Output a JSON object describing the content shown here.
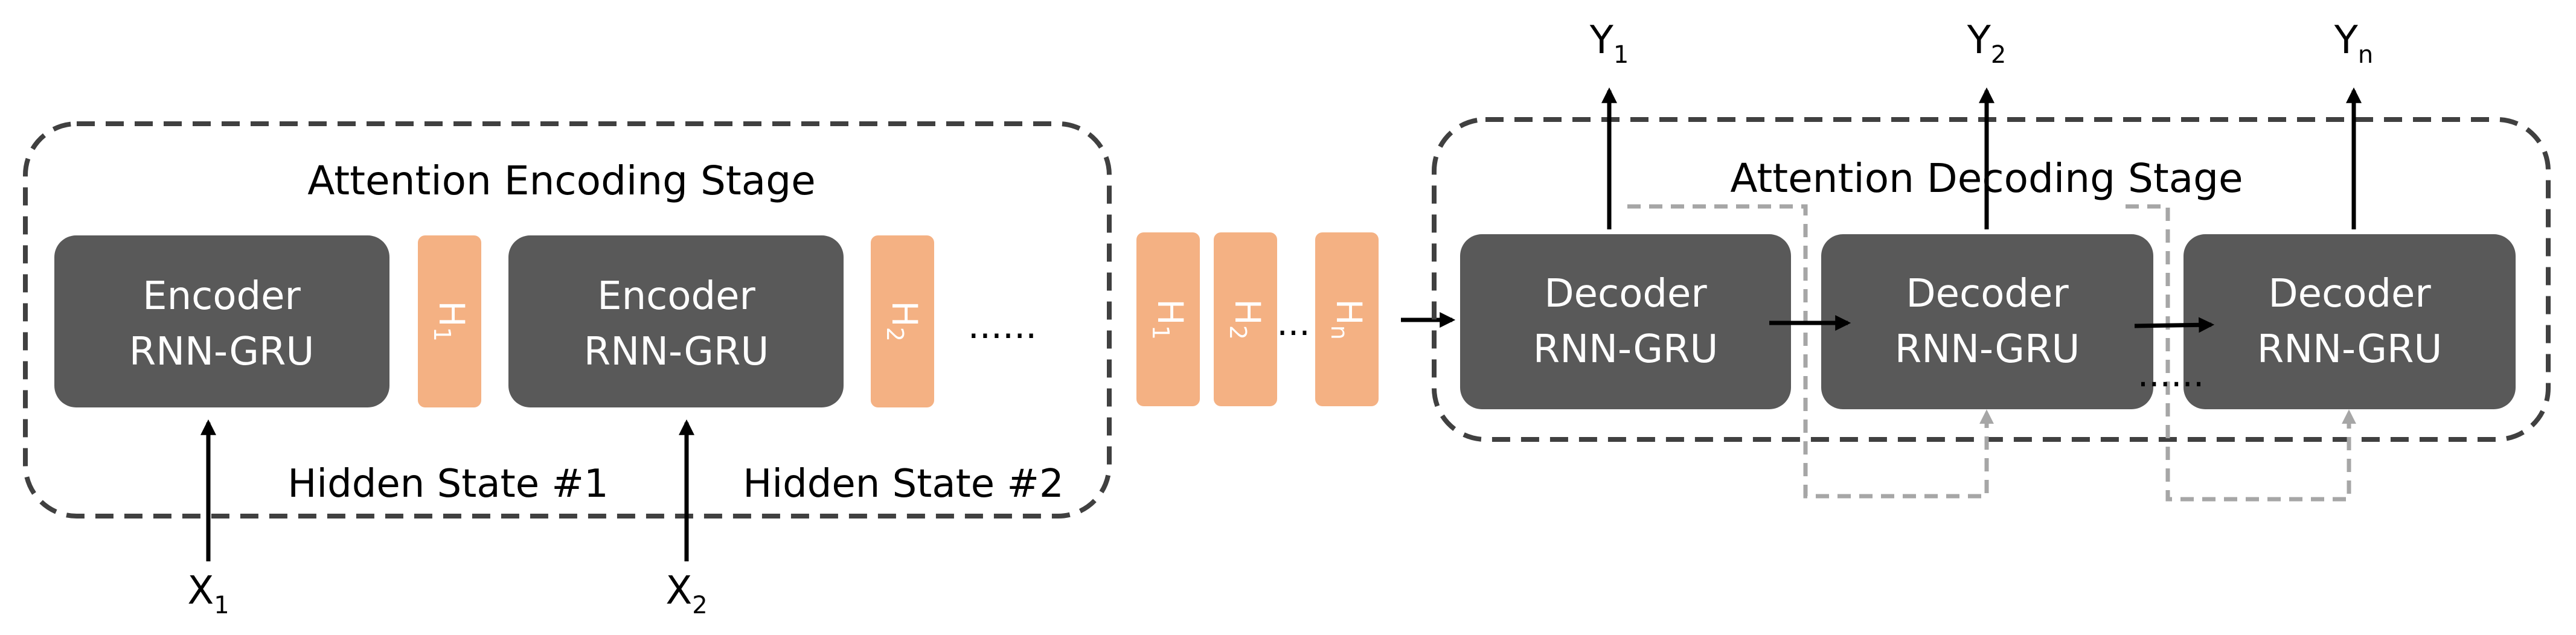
{
  "encoding_stage": {
    "title": "Attention Encoding Stage",
    "encoders": [
      {
        "line1": "Encoder",
        "line2": "RNN-GRU"
      },
      {
        "line1": "Encoder",
        "line2": "RNN-GRU"
      }
    ],
    "hidden_tokens": [
      {
        "main": "H",
        "sub": "1"
      },
      {
        "main": "H",
        "sub": "2"
      }
    ],
    "ellipsis": "......",
    "hidden_state_labels": [
      "Hidden State #1",
      "Hidden State #2"
    ],
    "inputs": [
      {
        "main": "X",
        "sub": "1"
      },
      {
        "main": "X",
        "sub": "2"
      }
    ]
  },
  "context": {
    "tokens": [
      {
        "main": "H",
        "sub": "1"
      },
      {
        "main": "H",
        "sub": "2"
      },
      {
        "main": "H",
        "sub": "n"
      }
    ],
    "ellipsis": "..."
  },
  "decoding_stage": {
    "title": "Attention Decoding Stage",
    "decoders": [
      {
        "line1": "Decoder",
        "line2": "RNN-GRU"
      },
      {
        "line1": "Decoder",
        "line2": "RNN-GRU"
      },
      {
        "line1": "Decoder",
        "line2": "RNN-GRU"
      }
    ],
    "ellipsis": "......",
    "outputs": [
      {
        "main": "Y",
        "sub": "1"
      },
      {
        "main": "Y",
        "sub": "2"
      },
      {
        "main": "Y",
        "sub": "n"
      }
    ]
  },
  "colors": {
    "block": "#595959",
    "block_text": "#ffffff",
    "token": "#f4b183",
    "stage_border": "#404040",
    "feedback": "#a6a6a6",
    "text": "#000000"
  }
}
